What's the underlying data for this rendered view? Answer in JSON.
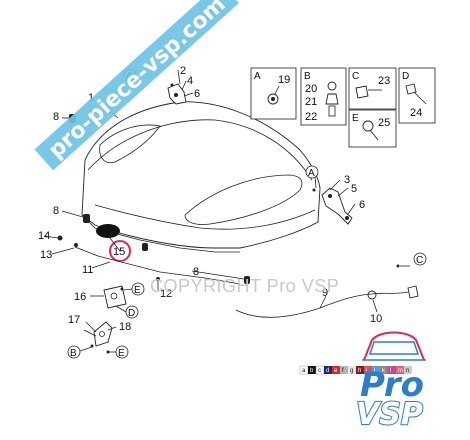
{
  "watermark": {
    "banner_text": "pro-piece-vsp.com",
    "copyright_text": "COPYRIGHT Pro VSP",
    "logo_line1": "Pro",
    "logo_line2": "VSP"
  },
  "part_numbers": {
    "p1": "1",
    "p2": "2",
    "p3": "3",
    "p4": "4",
    "p5": "5",
    "p6a": "6",
    "p6b": "6",
    "p8a": "8",
    "p8b": "8",
    "p8c": "8",
    "p9": "9",
    "p10": "10",
    "p11": "11",
    "p12": "12",
    "p13": "13",
    "p14": "14",
    "p15": "15",
    "p16": "16",
    "p17": "17",
    "p18": "18",
    "p19": "19",
    "p20": "20",
    "p21": "21",
    "p22": "22",
    "p23": "23",
    "p24": "24",
    "p25": "25"
  },
  "callouts": {
    "a1": "A",
    "a2": "A",
    "b": "B",
    "c": "C",
    "d": "D",
    "e1": "E",
    "e2": "E"
  },
  "detail_boxes": {
    "box_a": "A",
    "box_b": "B",
    "box_c": "C",
    "box_d": "D",
    "box_e": "E"
  },
  "color_swatches": [
    "a",
    "b",
    "c",
    "d",
    "e",
    "f",
    "g",
    "h",
    "i",
    "j",
    "k",
    "l",
    "m",
    "n"
  ],
  "colors": {
    "banner": "#6fc3e6",
    "brand_blue": "#2b7fc9",
    "highlight_circle": "#e0265a"
  }
}
